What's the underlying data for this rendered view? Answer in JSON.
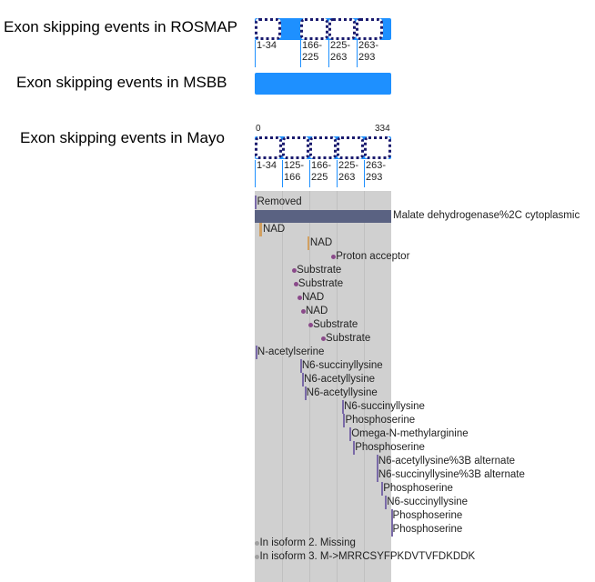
{
  "titles": {
    "rosmap": "Exon skipping events in ROSMAP",
    "msbb": "Exon skipping events in MSBB",
    "mayo": "Exon skipping events in Mayo"
  },
  "rosmap_exons": [
    "1-34",
    "166-225",
    "225-263",
    "263-293"
  ],
  "mayo_exons": [
    "1-34",
    "125-166",
    "166-225",
    "225-263",
    "263-293"
  ],
  "scale": {
    "start": "0",
    "end": "334",
    "length": 334
  },
  "colors": {
    "blue": "#1e90ff",
    "chain": "#5a6282",
    "nad": "#d2a060",
    "dot": "#8a4a8a",
    "tick": "#7a6aa8",
    "isoform": "#a0a0a0"
  },
  "features": [
    {
      "label": "Removed",
      "pos": 1,
      "type": "tick"
    },
    {
      "label": "Malate dehydrogenase%2C cytoplasmic",
      "pos": 1,
      "end": 334,
      "type": "chain"
    },
    {
      "label": "NAD",
      "pos": 11,
      "end": 13,
      "type": "bar"
    },
    {
      "label": "NAD",
      "pos": 129,
      "type": "bar"
    },
    {
      "label": "Proton acceptor",
      "pos": 192,
      "type": "dot"
    },
    {
      "label": "Substrate",
      "pos": 96,
      "type": "dot"
    },
    {
      "label": "Substrate",
      "pos": 100,
      "type": "dot"
    },
    {
      "label": "NAD",
      "pos": 109,
      "type": "dot"
    },
    {
      "label": "NAD",
      "pos": 118,
      "type": "dot"
    },
    {
      "label": "Substrate",
      "pos": 136,
      "type": "dot"
    },
    {
      "label": "Substrate",
      "pos": 167,
      "type": "dot"
    },
    {
      "label": "N-acetylserine",
      "pos": 2,
      "type": "tick"
    },
    {
      "label": "N6-succinyllysine",
      "pos": 111,
      "type": "tick"
    },
    {
      "label": "N6-acetyllysine",
      "pos": 116,
      "type": "tick"
    },
    {
      "label": "N6-acetyllysine",
      "pos": 122,
      "type": "tick"
    },
    {
      "label": "N6-succinyllysine",
      "pos": 214,
      "type": "tick"
    },
    {
      "label": "Phosphoserine",
      "pos": 217,
      "type": "tick"
    },
    {
      "label": "Omega-N-methylarginine",
      "pos": 232,
      "type": "tick"
    },
    {
      "label": "Phosphoserine",
      "pos": 241,
      "type": "tick"
    },
    {
      "label": "N6-acetyllysine%3B alternate",
      "pos": 298,
      "type": "tick"
    },
    {
      "label": "N6-succinyllysine%3B alternate",
      "pos": 298,
      "type": "tick"
    },
    {
      "label": "Phosphoserine",
      "pos": 310,
      "type": "tick"
    },
    {
      "label": "N6-succinyllysine",
      "pos": 319,
      "type": "tick"
    },
    {
      "label": "Phosphoserine",
      "pos": 333,
      "type": "tick"
    },
    {
      "label": "Phosphoserine",
      "pos": 333,
      "type": "tick"
    },
    {
      "label": "In isoform 2. Missing",
      "pos": 1,
      "type": "isoform"
    },
    {
      "label": "In isoform 3. M->MRRCSYFPKDVTVFDKDDK",
      "pos": 1,
      "type": "isoform"
    }
  ]
}
